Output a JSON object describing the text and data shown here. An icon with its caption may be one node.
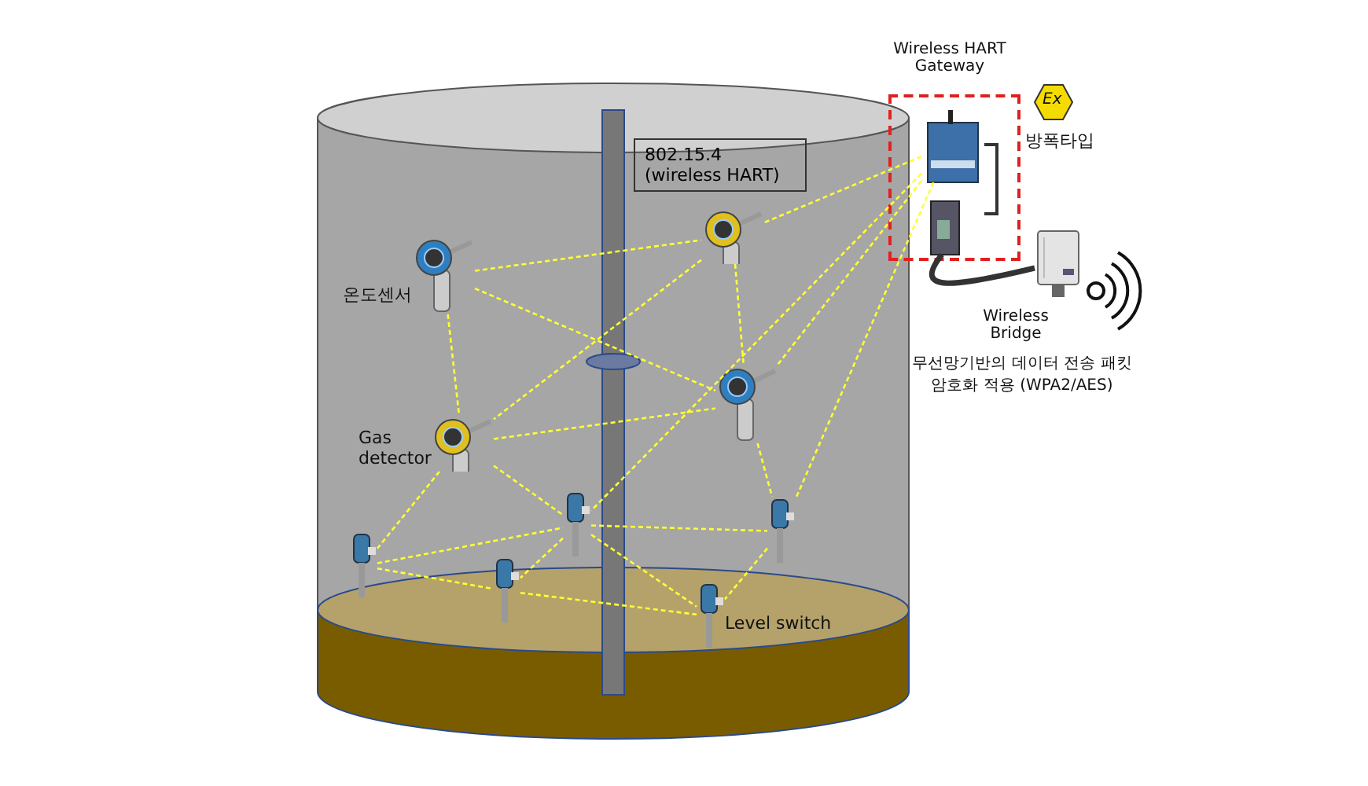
{
  "diagram": {
    "nodes": [
      {
        "text": [
          "Wireless HART Gateway"
        ]
      },
      {
        "text": [],
        "shape": "picture",
        "in": 0
      },
      {
        "text": [],
        "shape": "picture",
        "in": 0
      },
      {
        "text": [],
        "shape": "picture",
        "beside": [
          "온도센서"
        ]
      },
      {
        "text": [],
        "shape": "picture"
      },
      {
        "text": [],
        "shape": "picture",
        "beside": [
          "Wireless Bridge",
          "무선망기반의 데이터 전송 패킷 암호화 적용 (WPA2/AES)"
        ]
      },
      {
        "text": [
          "802.15.4 (wireless HART)"
        ]
      },
      {
        "text": [],
        "shape": "picture"
      },
      {
        "text": [],
        "shape": "picture",
        "beside": [
          "Gas detector"
        ]
      },
      {
        "text": [],
        "shape": "picture"
      },
      {
        "text": [],
        "shape": "picture"
      },
      {
        "text": [],
        "shape": "picture"
      },
      {
        "text": [],
        "shape": "picture"
      },
      {
        "text": [],
        "shape": "picture",
        "beside": [
          "Level switch"
        ]
      }
    ],
    "edges": [
      {
        "from": 3,
        "to": 4,
        "arrow": "none",
        "style": "dashed"
      },
      {
        "from": 3,
        "to": 8,
        "arrow": "none",
        "style": "dashed"
      },
      {
        "from": 3,
        "to": 7,
        "arrow": "none",
        "style": "dashed"
      },
      {
        "from": 4,
        "to": 8,
        "arrow": "none",
        "style": "dashed"
      },
      {
        "from": 4,
        "to": 7,
        "arrow": "none",
        "style": "dashed"
      },
      {
        "from": 8,
        "to": 7,
        "arrow": "none",
        "style": "dashed"
      },
      {
        "from": 8,
        "to": 9,
        "arrow": "none",
        "style": "dashed"
      },
      {
        "from": 8,
        "to": 11,
        "arrow": "none",
        "style": "dashed"
      },
      {
        "from": 7,
        "to": 10,
        "arrow": "none",
        "style": "dashed"
      },
      {
        "from": 9,
        "to": 10,
        "arrow": "none",
        "style": "dashed"
      },
      {
        "from": 11,
        "to": 9,
        "arrow": "none",
        "style": "dashed"
      },
      {
        "from": 11,
        "to": 12,
        "arrow": "none",
        "style": "dashed"
      },
      {
        "from": 12,
        "to": 13,
        "arrow": "none",
        "style": "dashed"
      },
      {
        "from": 9,
        "to": 12,
        "arrow": "none",
        "style": "dashed"
      },
      {
        "from": 9,
        "to": 13,
        "arrow": "none",
        "style": "dashed"
      },
      {
        "from": 10,
        "to": 13,
        "arrow": "none",
        "style": "dashed"
      },
      {
        "from": 1,
        "to": 4,
        "arrow": "none",
        "style": "dashed"
      },
      {
        "from": 1,
        "to": 7,
        "arrow": "none",
        "style": "dashed"
      },
      {
        "from": 1,
        "to": 9,
        "arrow": "none",
        "style": "dashed"
      },
      {
        "from": 1,
        "to": 10,
        "arrow": "none",
        "style": "dashed"
      },
      {
        "from": 2,
        "to": 5,
        "arrow": "none",
        "style": "thick",
        "color": "#333333"
      }
    ],
    "labels": [
      "Ex",
      "방폭타입"
    ]
  }
}
